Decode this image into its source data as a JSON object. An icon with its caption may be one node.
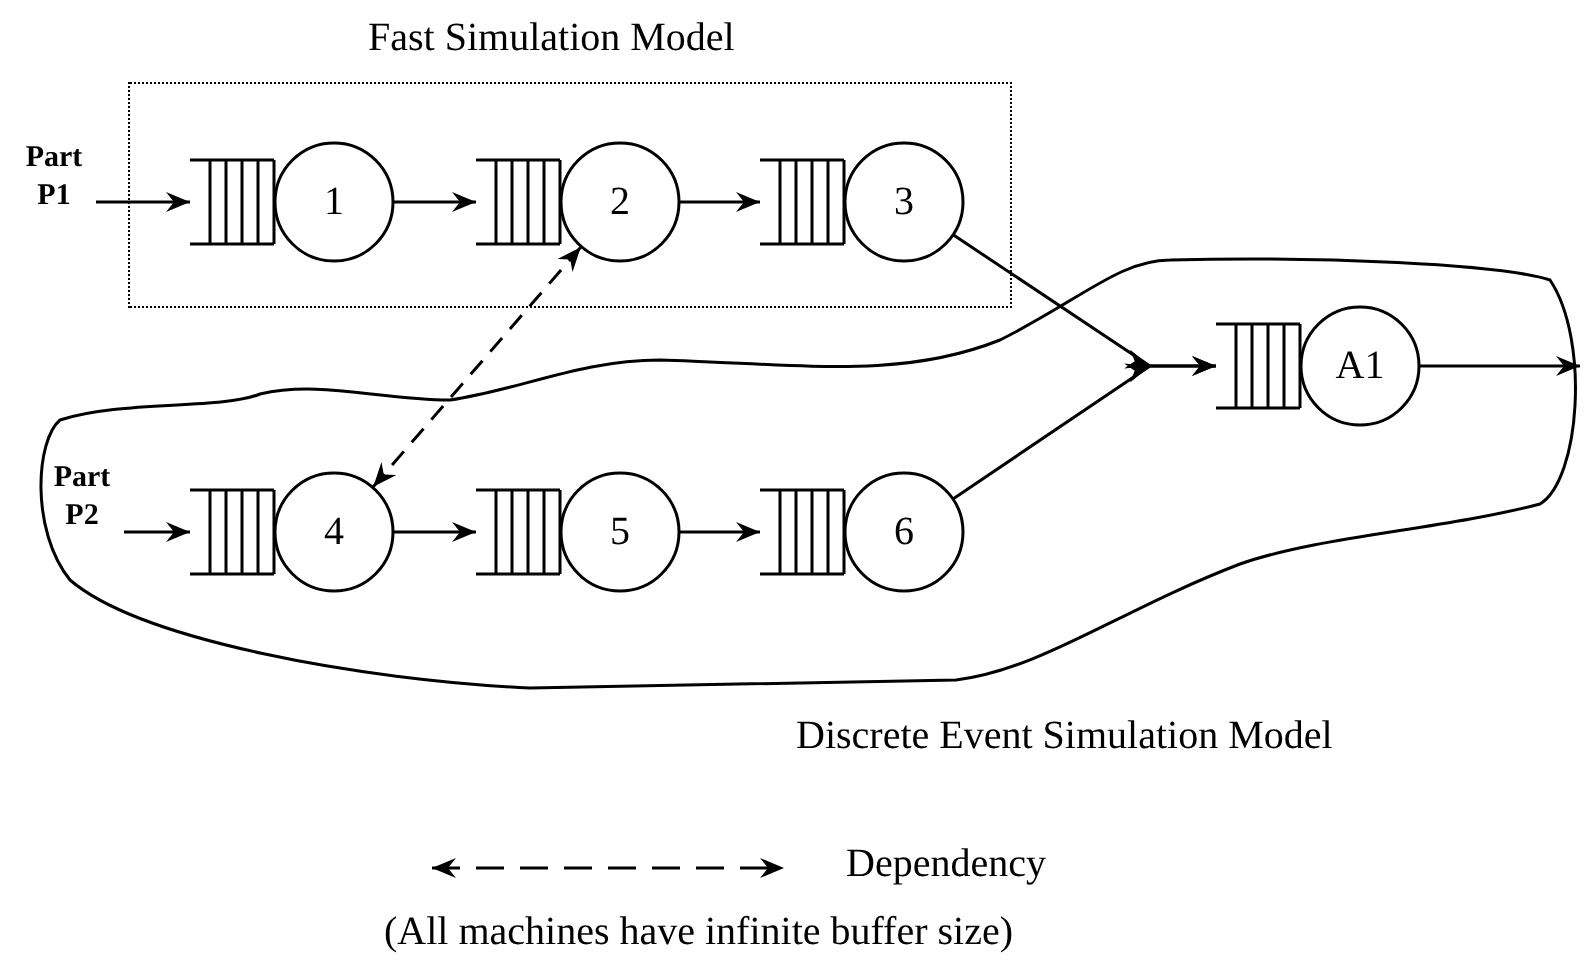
{
  "diagram": {
    "nodes": [
      {
        "text": [
          "Fast Simulation Model"
        ]
      },
      {
        "text": [
          "Discrete Event Simulation Model"
        ]
      },
      {
        "text": [
          "Part P1"
        ]
      },
      {
        "text": [
          "1"
        ],
        "in": 0
      },
      {
        "text": [
          "2"
        ],
        "in": 0
      },
      {
        "text": [
          "3"
        ],
        "in": 0
      },
      {
        "text": [
          "Part P2"
        ],
        "in": 1
      },
      {
        "text": [
          "4"
        ],
        "in": 1
      },
      {
        "text": [
          "5"
        ],
        "in": 1
      },
      {
        "text": [
          "6"
        ],
        "in": 1
      },
      {
        "text": [
          "A1"
        ],
        "in": 1
      }
    ],
    "edges": [
      {
        "from": 2,
        "to": 3,
        "arrow": "to"
      },
      {
        "from": 3,
        "to": 4,
        "arrow": "to"
      },
      {
        "from": 4,
        "to": 5,
        "arrow": "to"
      },
      {
        "from": 6,
        "to": 7,
        "arrow": "to"
      },
      {
        "from": 7,
        "to": 8,
        "arrow": "to"
      },
      {
        "from": 8,
        "to": 9,
        "arrow": "to"
      },
      {
        "from": 5,
        "to": 10,
        "arrow": "to"
      },
      {
        "from": 9,
        "to": 10,
        "arrow": "to"
      },
      {
        "from": 4,
        "to": 7,
        "arrow": "both",
        "style": "dashed"
      },
      {
        "from": 10,
        "to": null,
        "arrow": "to"
      }
    ],
    "labels": [
      "(All machines have infinite buffer size)"
    ],
    "legend": [
      {
        "text": "Dependency"
      }
    ]
  }
}
